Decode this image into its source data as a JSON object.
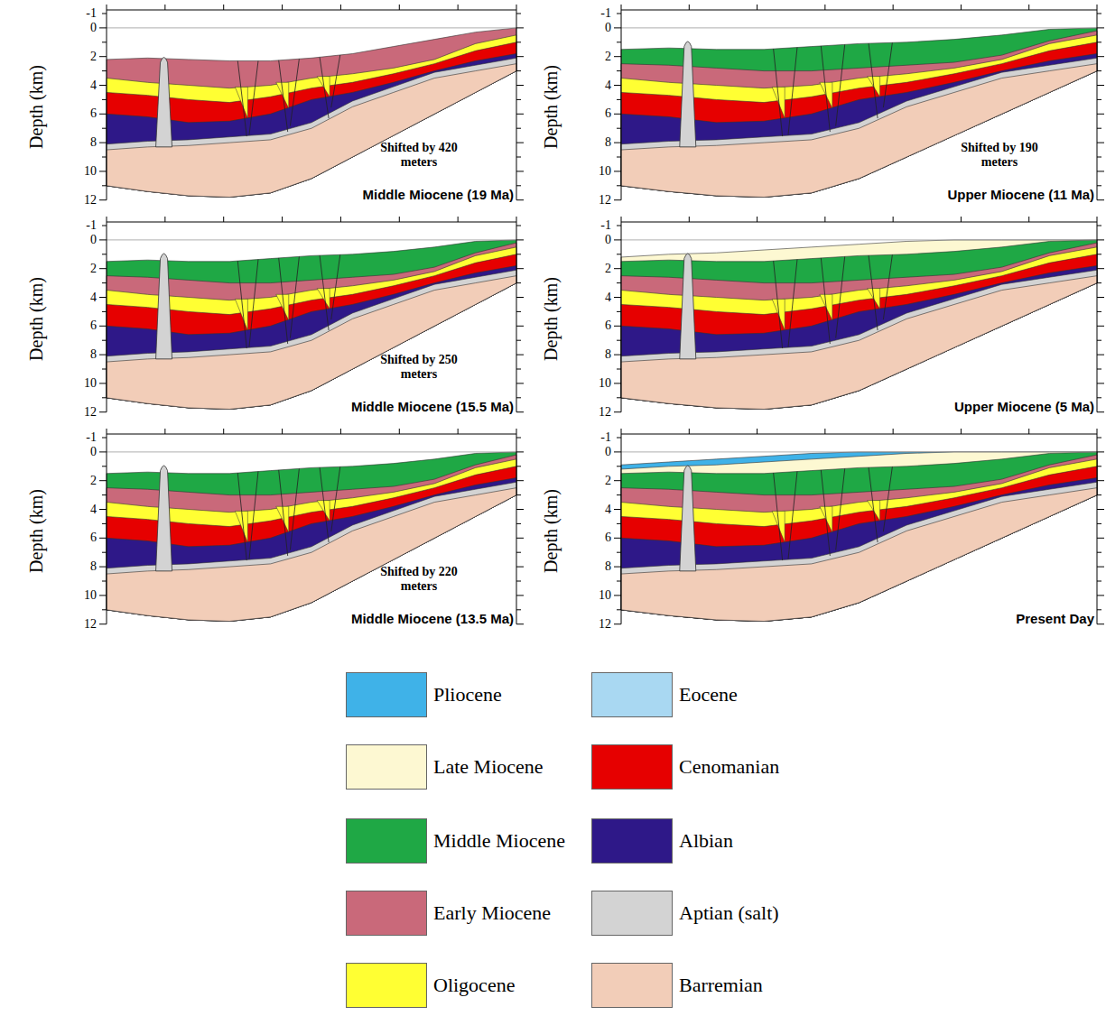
{
  "diagram": {
    "labels": [
      "Depth (km)",
      "-1",
      "0",
      "2",
      "4",
      "6",
      "8",
      "10",
      "12",
      "Shifted by 420 meters",
      "Middle Miocene (19 Ma)",
      "Depth (km)",
      "-1",
      "0",
      "2",
      "4",
      "6",
      "8",
      "10",
      "12",
      "Shifted by 190 meters",
      "Upper Miocene (11 Ma)",
      "Depth (km)",
      "-1",
      "0",
      "2",
      "4",
      "6",
      "8",
      "10",
      "12",
      "Shifted by 250 meters",
      "Middle Miocene (15.5 Ma)",
      "Depth (km)",
      "-1",
      "0",
      "2",
      "4",
      "6",
      "8",
      "10",
      "12",
      "Upper Miocene (5 Ma)",
      "Depth (km)",
      "-1",
      "0",
      "2",
      "4",
      "6",
      "8",
      "10",
      "12",
      "Shifted by 220 meters",
      "Middle Miocene (13.5 Ma)",
      "Depth (km)",
      "-1",
      "0",
      "2",
      "4",
      "6",
      "8",
      "10",
      "12",
      "Present Day"
    ],
    "legend": [
      {
        "text": "Pliocene",
        "color": "#3fb2e8"
      },
      {
        "text": "Eocene",
        "color": "#a9d8f2"
      },
      {
        "text": "Late Miocene",
        "color": "#fdf8d2"
      },
      {
        "text": "Cenomanian",
        "color": "#e60000"
      },
      {
        "text": "Middle Miocene",
        "color": "#1fa845"
      },
      {
        "text": "Albian",
        "color": "#2e1888"
      },
      {
        "text": "Early Miocene",
        "color": "#c9697a"
      },
      {
        "text": "Aptian (salt)",
        "color": "#d3d3d3"
      },
      {
        "text": "Oligocene",
        "color": "#ffff33"
      },
      {
        "text": "Barremian",
        "color": "#f2cdb8"
      }
    ]
  }
}
